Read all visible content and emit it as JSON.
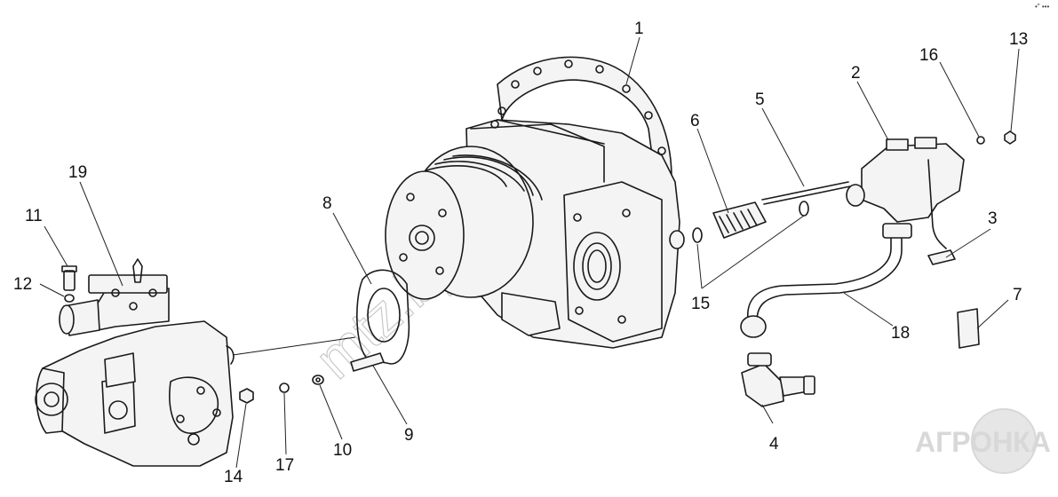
{
  "callouts": {
    "c1": "1",
    "c2": "2",
    "c3": "3",
    "c4": "4",
    "c5": "5",
    "c6": "6",
    "c7": "7",
    "c8": "8",
    "c9": "9",
    "c10": "10",
    "c11": "11",
    "c12": "12",
    "c13": "13",
    "c14": "14",
    "c15": "15",
    "c16": "16",
    "c17": "17",
    "c18": "18",
    "c19": "19"
  },
  "watermark": {
    "text": "mtz.by"
  },
  "logo": {
    "text": "АГРОНКА"
  },
  "corner_mark": {
    "text": "•″ •••"
  }
}
